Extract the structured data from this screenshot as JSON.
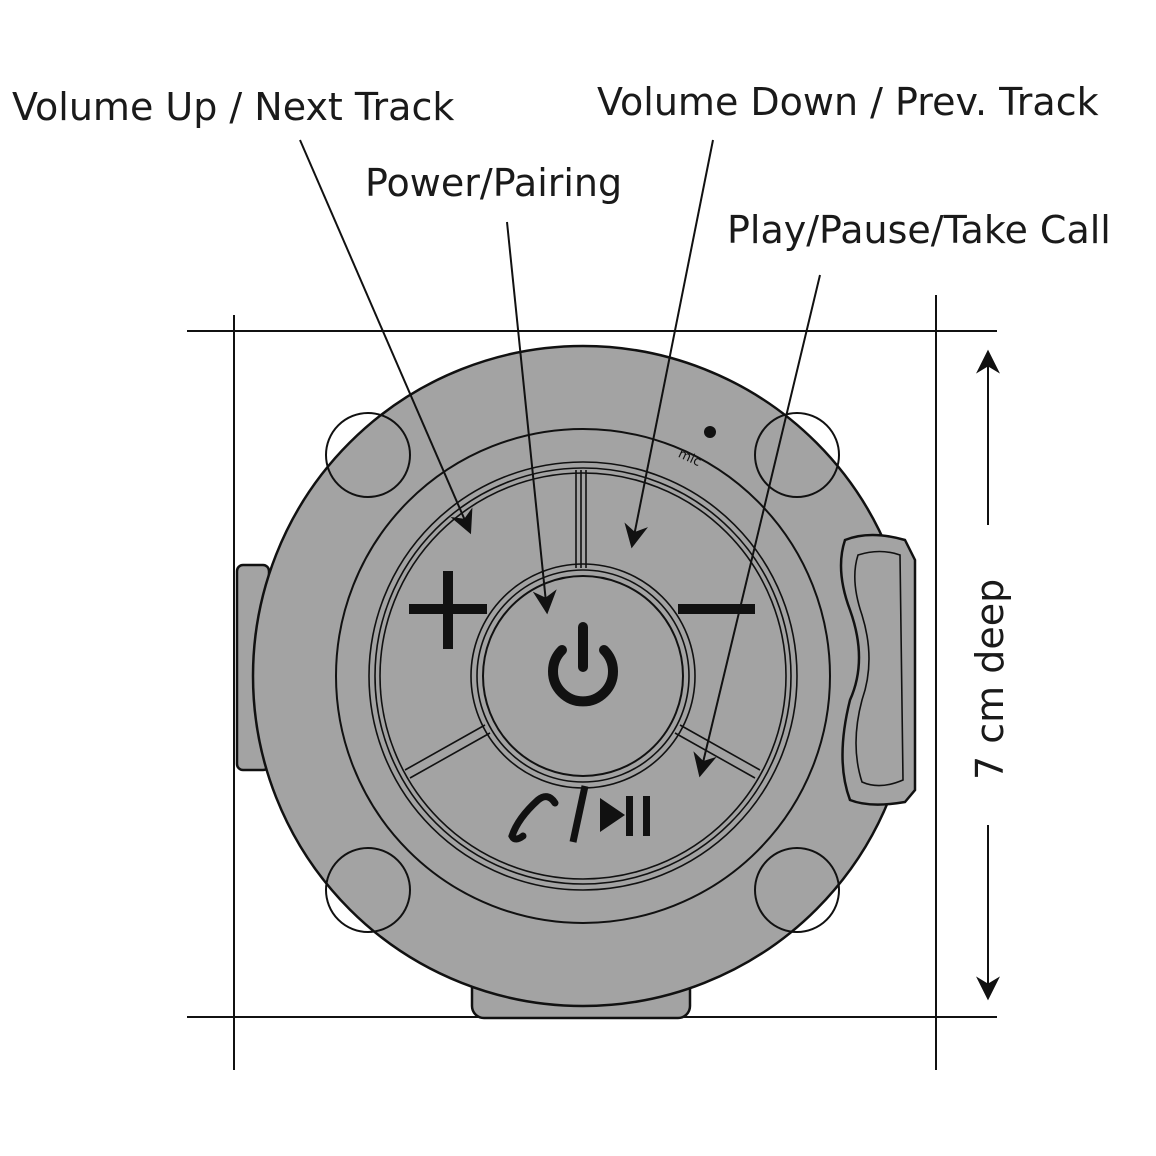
{
  "labels": {
    "volume_up": "Volume Up / Next Track",
    "volume_down": "Volume Down / Prev. Track",
    "power": "Power/Pairing",
    "play_pause": "Play/Pause/Take Call",
    "depth": "7 cm deep",
    "mic": "mic"
  },
  "colors": {
    "body": "#a3a3a3",
    "ink": "#111111"
  }
}
